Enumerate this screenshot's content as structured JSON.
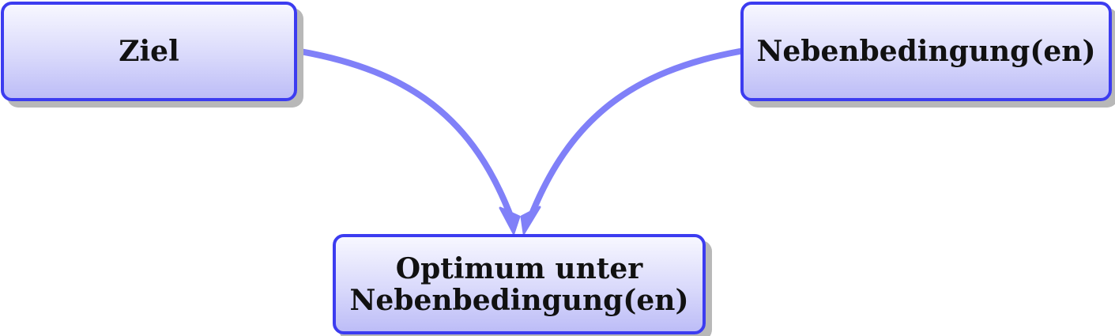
{
  "nodes": {
    "goal": {
      "label": "Ziel"
    },
    "constraints": {
      "label": "Nebenbedingung(en)"
    },
    "optimum": {
      "line1": "Optimum unter",
      "line2": "Nebenbedingung(en)"
    }
  },
  "edges": [
    {
      "from": "goal",
      "to": "optimum"
    },
    {
      "from": "constraints",
      "to": "optimum"
    }
  ],
  "colors": {
    "node_border": "#3c3cf0",
    "arrow": "#8080f8",
    "shadow": "#b8b8b8"
  }
}
